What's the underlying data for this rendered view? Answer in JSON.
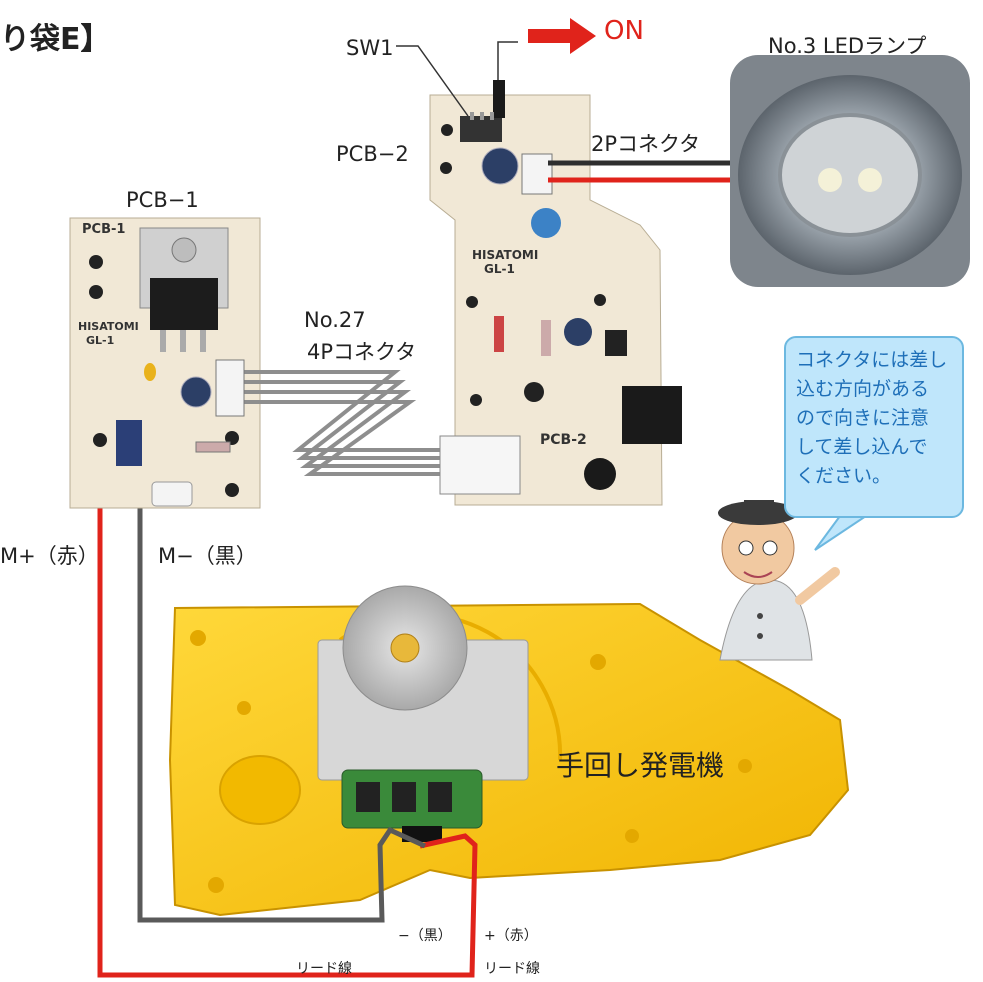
{
  "title": "り袋E】",
  "labels": {
    "sw1": "SW1",
    "on": "ON",
    "lamp": "No.3 LEDランプ",
    "pcb2_top": "PCB−2",
    "pcb2_board": "PCB-2",
    "pcb1": "PCB−1",
    "pcb1_board": "PCB-1",
    "connector_2p": "2Pコネクタ",
    "connector_no": "No.27",
    "connector_4p": "4Pコネクタ",
    "m_plus": "M+（赤）",
    "m_minus": "M−（黒）",
    "generator": "手回し発電機",
    "minus_black": "−（黒）",
    "plus_red": "+（赤）",
    "lead_left": "リード線",
    "lead_right": "リード線",
    "board_hisatomi_1": "HISATOMI",
    "board_gl_1": "GL-1",
    "board_hisatomi_2": "HISATOMI",
    "board_gl_2": "GL-1"
  },
  "bubble_lines": [
    "コネクタには差し",
    "込む方向がある",
    "ので向きに注意",
    "して差し込んで",
    "ください。"
  ],
  "colors": {
    "red_wire": "#e0231b",
    "black_wire": "#5a5a5a",
    "pcb": "#f1e8d6",
    "generator_body": "#f7c41a",
    "bubble_bg": "#bfe6fb",
    "bubble_text": "#1e6fb8"
  },
  "icons": {
    "scientist": "scientist-character-icon"
  }
}
